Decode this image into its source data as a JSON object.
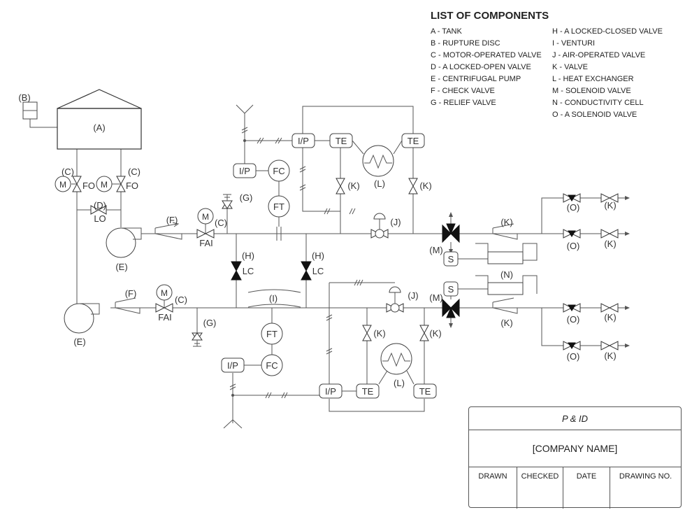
{
  "legend": {
    "title": "LIST OF COMPONENTS",
    "left_items": [
      "A - TANK",
      "B - RUPTURE DISC",
      "C - MOTOR-OPERATED VALVE",
      "D - A LOCKED-OPEN VALVE",
      "E - CENTRIFUGAL PUMP",
      "F - CHECK VALVE",
      "G - RELIEF VALVE"
    ],
    "right_items": [
      "H - A LOCKED-CLOSED VALVE",
      "I - VENTURI",
      "J - AIR-OPERATED VALVE",
      "K - VALVE",
      "L - HEAT EXCHANGER",
      "M - SOLENOID VALVE",
      "N - CONDUCTIVITY CELL",
      "O - A SOLENOID VALVE"
    ]
  },
  "title_block": {
    "title": "P & ID",
    "company": "[COMPANY NAME]",
    "columns": [
      "DRAWN",
      "CHECKED",
      "DATE",
      "DRAWING NO."
    ]
  },
  "tags": {
    "a": "(A)",
    "b": "(B)",
    "c": "(C)",
    "d": "(D)",
    "e": "(E)",
    "f": "(F)",
    "g": "(G)",
    "h": "(H)",
    "i": "(I)",
    "j": "(J)",
    "k": "(K)",
    "l": "(L)",
    "m": "(M)",
    "n": "(N)",
    "o": "(O)"
  },
  "instrument_labels": {
    "motor": "M",
    "fail_open": "FO",
    "locked_open": "LO",
    "fail_as_is": "FAI",
    "locked_closed": "LC",
    "flow_transmitter": "FT",
    "flow_controller": "FC",
    "current_to_pressure": "I/P",
    "temperature_element": "TE",
    "solenoid": "S"
  }
}
